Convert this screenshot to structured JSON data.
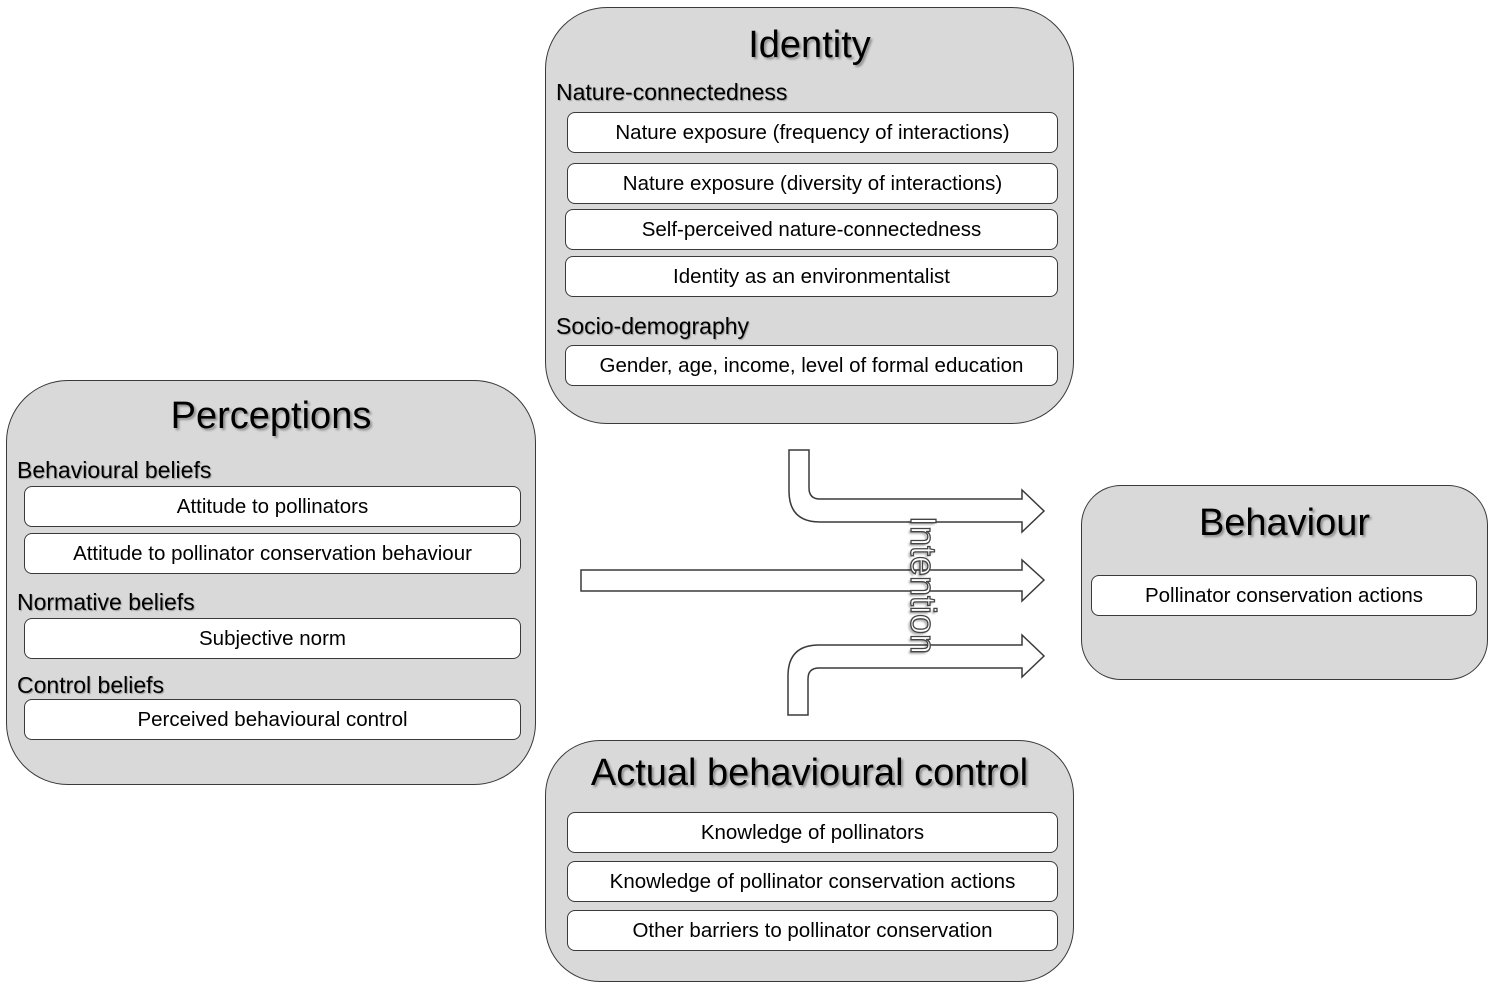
{
  "identity": {
    "title": "Identity",
    "nature_label": "Nature-connectedness",
    "nature_items": [
      "Nature exposure (frequency of interactions)",
      "Nature exposure (diversity of interactions)",
      "Self-perceived nature-connectedness",
      "Identity as an environmentalist"
    ],
    "socio_label": "Socio-demography",
    "socio_items": [
      "Gender, age, income, level of formal education"
    ]
  },
  "perceptions": {
    "title": "Perceptions",
    "behavioural_label": "Behavioural beliefs",
    "behavioural_items": [
      "Attitude to pollinators",
      "Attitude to pollinator conservation behaviour"
    ],
    "normative_label": "Normative beliefs",
    "normative_items": [
      "Subjective norm"
    ],
    "control_label": "Control beliefs",
    "control_items": [
      "Perceived behavioural control"
    ]
  },
  "behaviour": {
    "title": "Behaviour",
    "items": [
      "Pollinator conservation actions"
    ]
  },
  "actual_control": {
    "title": "Actual behavioural control",
    "items": [
      "Knowledge of pollinators",
      "Knowledge of pollinator conservation actions",
      "Other barriers to pollinator conservation"
    ]
  },
  "intention_label": "Intention",
  "colors": {
    "panel_fill": "#d9d9d9",
    "item_fill": "#ffffff",
    "border": "#3a3a3a"
  }
}
